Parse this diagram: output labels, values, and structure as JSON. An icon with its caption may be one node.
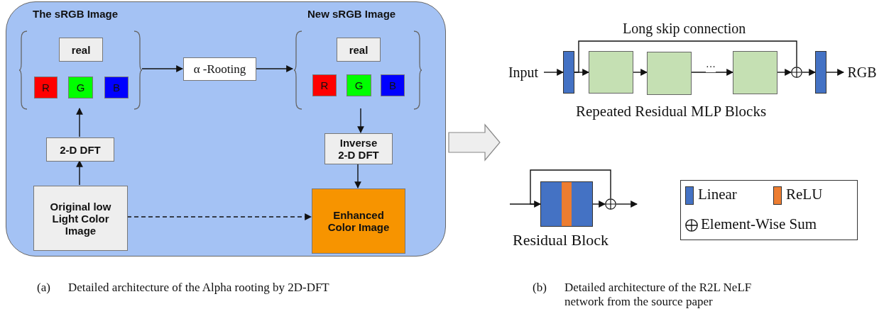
{
  "diagram": {
    "nodes": [
      {
        "text": [],
        "shape": "box"
      },
      {
        "text": [
          "The sRGB Image"
        ],
        "in": 0
      },
      {
        "text": [
          "real"
        ],
        "in": 1
      },
      {
        "text": [
          "R"
        ],
        "in": 1
      },
      {
        "text": [
          "G"
        ],
        "in": 1
      },
      {
        "text": [
          "B"
        ],
        "in": 1
      },
      {
        "text": [
          "α -Rooting"
        ],
        "in": 0
      },
      {
        "text": [
          "New sRGB Image"
        ],
        "in": 0
      },
      {
        "text": [
          "real"
        ],
        "in": 7
      },
      {
        "text": [
          "R"
        ],
        "in": 7
      },
      {
        "text": [
          "G"
        ],
        "in": 7
      },
      {
        "text": [
          "B"
        ],
        "in": 7
      },
      {
        "text": [
          "2-D DFT"
        ],
        "in": 0
      },
      {
        "text": [
          "Inverse 2-D DFT"
        ],
        "in": 0
      },
      {
        "text": [
          "Original low Light Color Image"
        ],
        "in": 0
      },
      {
        "text": [
          "Enhanced Color Image"
        ],
        "in": 0
      },
      {
        "text": [
          "Input"
        ]
      },
      {
        "text": [],
        "shape": "bar"
      },
      {
        "text": [],
        "shape": "box"
      },
      {
        "text": [],
        "shape": "box"
      },
      {
        "text": [],
        "shape": "box"
      },
      {
        "text": [],
        "shape": "circle"
      },
      {
        "text": [],
        "shape": "bar"
      },
      {
        "text": [
          "RGB"
        ]
      },
      {
        "text": [],
        "shape": "box",
        "beside": [
          "Residual Block"
        ]
      },
      {
        "text": [],
        "shape": "circle"
      }
    ],
    "edges": [
      {
        "from": 1,
        "to": 6,
        "arrow": "to"
      },
      {
        "from": 6,
        "to": 7,
        "arrow": "to"
      },
      {
        "from": 14,
        "to": 12,
        "arrow": "to"
      },
      {
        "from": 12,
        "to": 1,
        "arrow": "to"
      },
      {
        "from": 7,
        "to": 13,
        "arrow": "to"
      },
      {
        "from": 13,
        "to": 15,
        "arrow": "to"
      },
      {
        "from": 14,
        "to": 15,
        "arrow": "to",
        "style": "dashed"
      },
      {
        "from": 0,
        "to": null,
        "arrow": "to",
        "style": "thick"
      },
      {
        "from": 16,
        "to": 17,
        "arrow": "to"
      },
      {
        "from": 17,
        "to": 18,
        "arrow": "to"
      },
      {
        "from": 18,
        "to": 19,
        "arrow": "to"
      },
      {
        "from": 19,
        "to": 20,
        "arrow": "to",
        "label": "···"
      },
      {
        "from": 20,
        "to": 21,
        "arrow": "to"
      },
      {
        "from": 21,
        "to": 22,
        "arrow": "to"
      },
      {
        "from": 22,
        "to": 23,
        "arrow": "to"
      },
      {
        "from": 17,
        "to": 21,
        "arrow": "none",
        "label": "Long skip connection"
      },
      {
        "from": null,
        "to": 24,
        "arrow": "to"
      },
      {
        "from": 24,
        "to": 25,
        "arrow": "to"
      },
      {
        "from": 25,
        "to": null,
        "arrow": "to"
      },
      {
        "from": 24,
        "to": 25,
        "arrow": "none"
      }
    ],
    "labels": [
      "Repeated Residual MLP Blocks",
      "(a)",
      "Detailed architecture of the Alpha rooting by 2D-DFT",
      "(b)",
      "Detailed architecture of the R2L NeLF network from the source paper"
    ],
    "legend": [
      {
        "text": "Linear",
        "color": "#4472c4"
      },
      {
        "text": "ReLU",
        "color": "#ed7d31"
      },
      {
        "text": "Element-Wise Sum"
      }
    ]
  }
}
